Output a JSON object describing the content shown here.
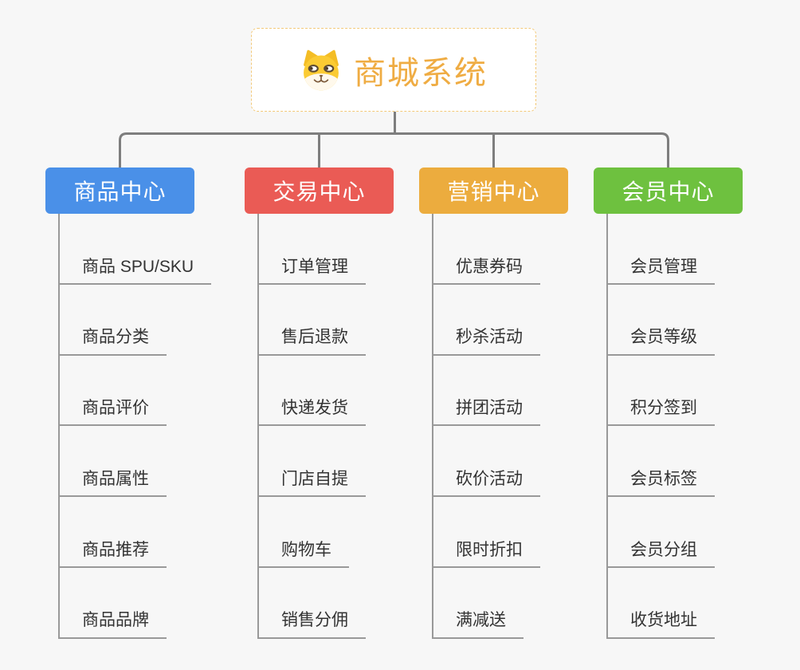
{
  "root": {
    "title": "商城系统",
    "icon": "dog-face-icon",
    "title_color": "#efac43",
    "border_color": "#f3c979"
  },
  "branches": [
    {
      "label": "商品中心",
      "color": "#4a90e8",
      "items": [
        "商品 SPU/SKU",
        "商品分类",
        "商品评价",
        "商品属性",
        "商品推荐",
        "商品品牌"
      ]
    },
    {
      "label": "交易中心",
      "color": "#ea5b55",
      "items": [
        "订单管理",
        "售后退款",
        "快递发货",
        "门店自提",
        "购物车",
        "销售分佣"
      ]
    },
    {
      "label": "营销中心",
      "color": "#ecac3e",
      "items": [
        "优惠券码",
        "秒杀活动",
        "拼团活动",
        "砍价活动",
        "限时折扣",
        "满减送"
      ]
    },
    {
      "label": "会员中心",
      "color": "#6ec13f",
      "items": [
        "会员管理",
        "会员等级",
        "积分签到",
        "会员标签",
        "会员分组",
        "收货地址"
      ]
    }
  ],
  "colors": {
    "background": "#f7f7f7",
    "connector": "#7e7e7e",
    "branch_line": "#999999",
    "item_text": "#333333"
  }
}
